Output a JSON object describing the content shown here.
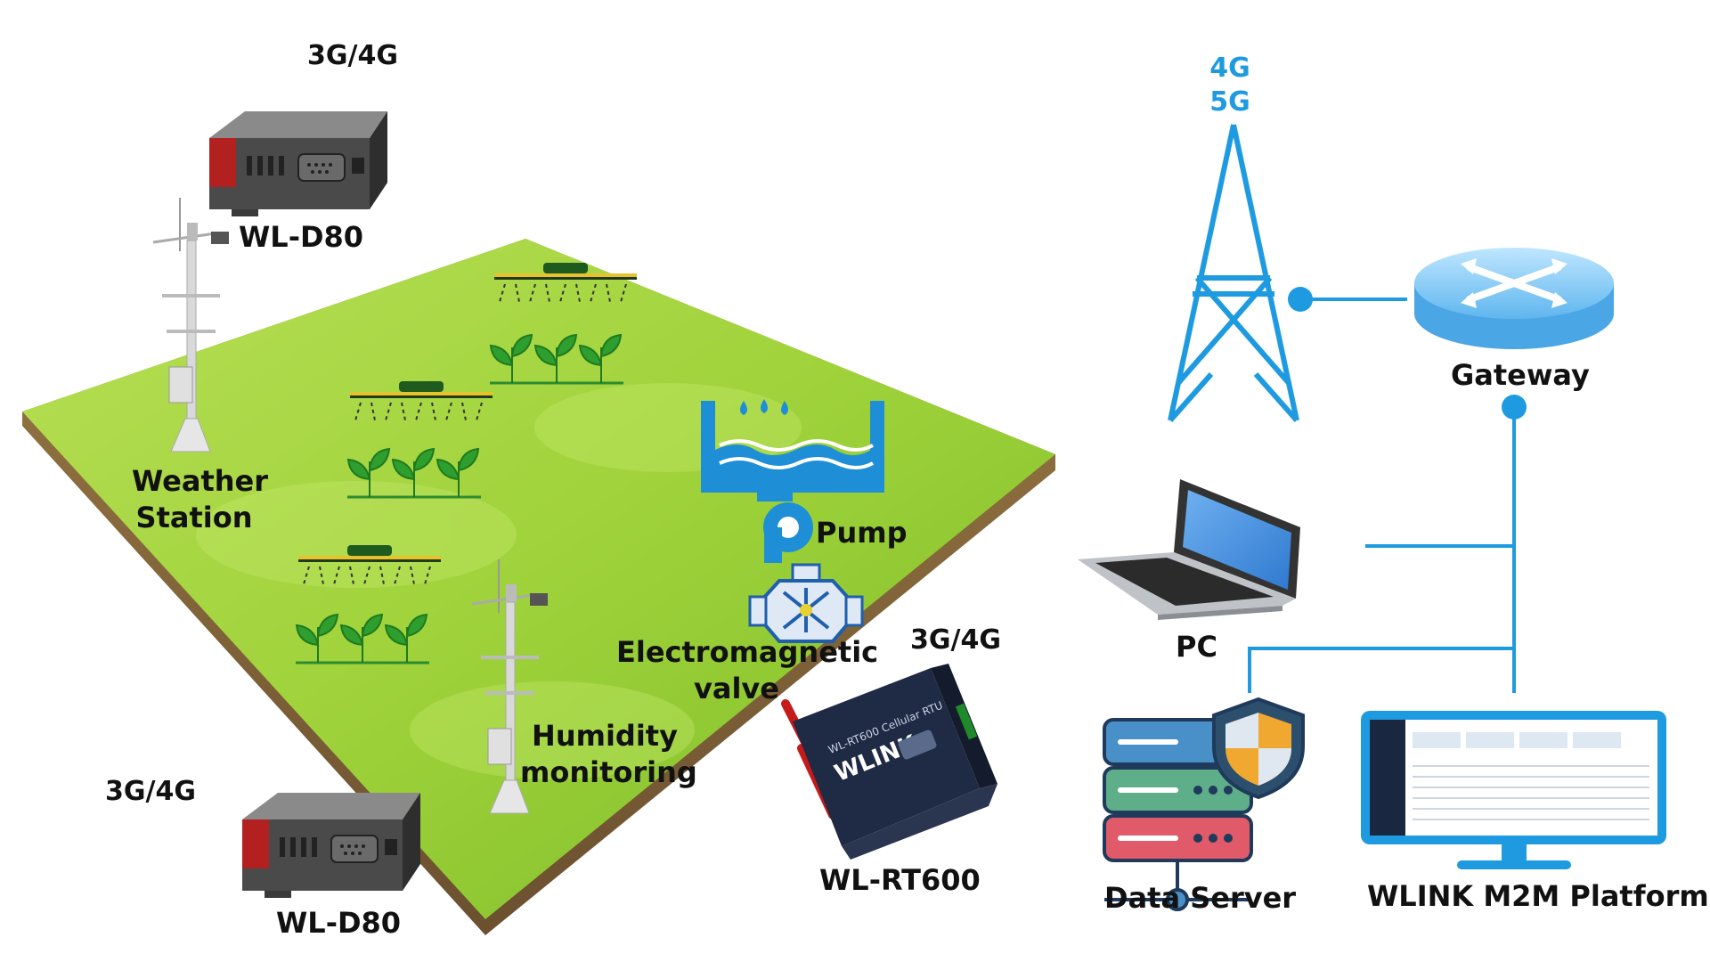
{
  "labels": {
    "d80_top_network": "3G/4G",
    "d80_top_model": "WL-D80",
    "weather_line1": "Weather",
    "weather_line2": "Station",
    "d80_bottom_network": "3G/4G",
    "d80_bottom_model": "WL-D80",
    "pump": "Pump",
    "valve_line1": "Electromagnetic",
    "valve_line2": "valve",
    "humidity_line1": "Humidity",
    "humidity_line2": "monitoring",
    "rt600_network": "3G/4G",
    "rt600_model": "WL-RT600",
    "tower_line1": "4G",
    "tower_line2": "5G",
    "gateway": "Gateway",
    "pc": "PC",
    "data_server": "Data Server",
    "platform": "WLINK M2M Platform"
  },
  "device_text": {
    "rt600_brand": "WLINK",
    "rt600_name": "WL-RT600 Cellular RTU"
  },
  "colors": {
    "network_blue": "#1e9be0",
    "grass": "#9fd23a",
    "grass_dark": "#6fae25",
    "soil": "#8a6a3a",
    "device_body": "#3d3d3d",
    "rt600_body": "#1f2a44",
    "server_top": "#4a90c8",
    "server_mid": "#5fae8a",
    "server_bottom": "#e05a6a",
    "shield_orange": "#f0a830"
  },
  "icons": [
    "router-device-icon",
    "weather-station-icon",
    "sprinkler-icon",
    "plant-icon",
    "water-tank-icon",
    "pump-icon",
    "valve-icon",
    "cell-tower-icon",
    "gateway-icon",
    "laptop-icon",
    "server-icon",
    "shield-icon",
    "monitor-icon"
  ]
}
